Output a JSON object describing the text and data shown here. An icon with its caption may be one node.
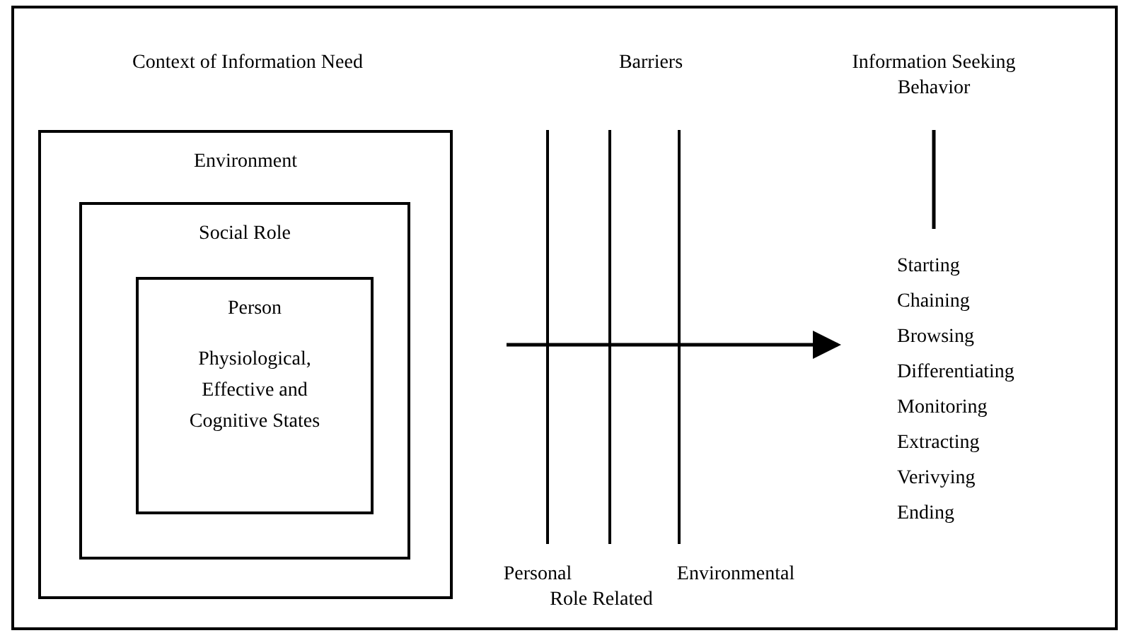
{
  "diagram": {
    "nodes": [
      {
        "text": [
          "Environment"
        ]
      },
      {
        "text": [
          "Social Role"
        ],
        "in": 0
      },
      {
        "text": [
          "Person",
          "Physiological, Effective and Cognitive States"
        ],
        "in": 1
      },
      {
        "text": [
          "Information Seeking Behavior"
        ]
      },
      {
        "text": [
          "Starting",
          "Chaining",
          "Browsing",
          "Differentiating",
          "Monitoring",
          "Extracting",
          "Verivying",
          "Ending"
        ]
      }
    ],
    "edges": [
      {
        "from": 3,
        "to": 4,
        "arrow": "none"
      },
      {
        "from": null,
        "to": 4,
        "arrow": "to"
      }
    ],
    "labels": [
      "Context of Information Need",
      "Barriers",
      "Personal",
      "Environmental",
      "Role Related"
    ]
  }
}
